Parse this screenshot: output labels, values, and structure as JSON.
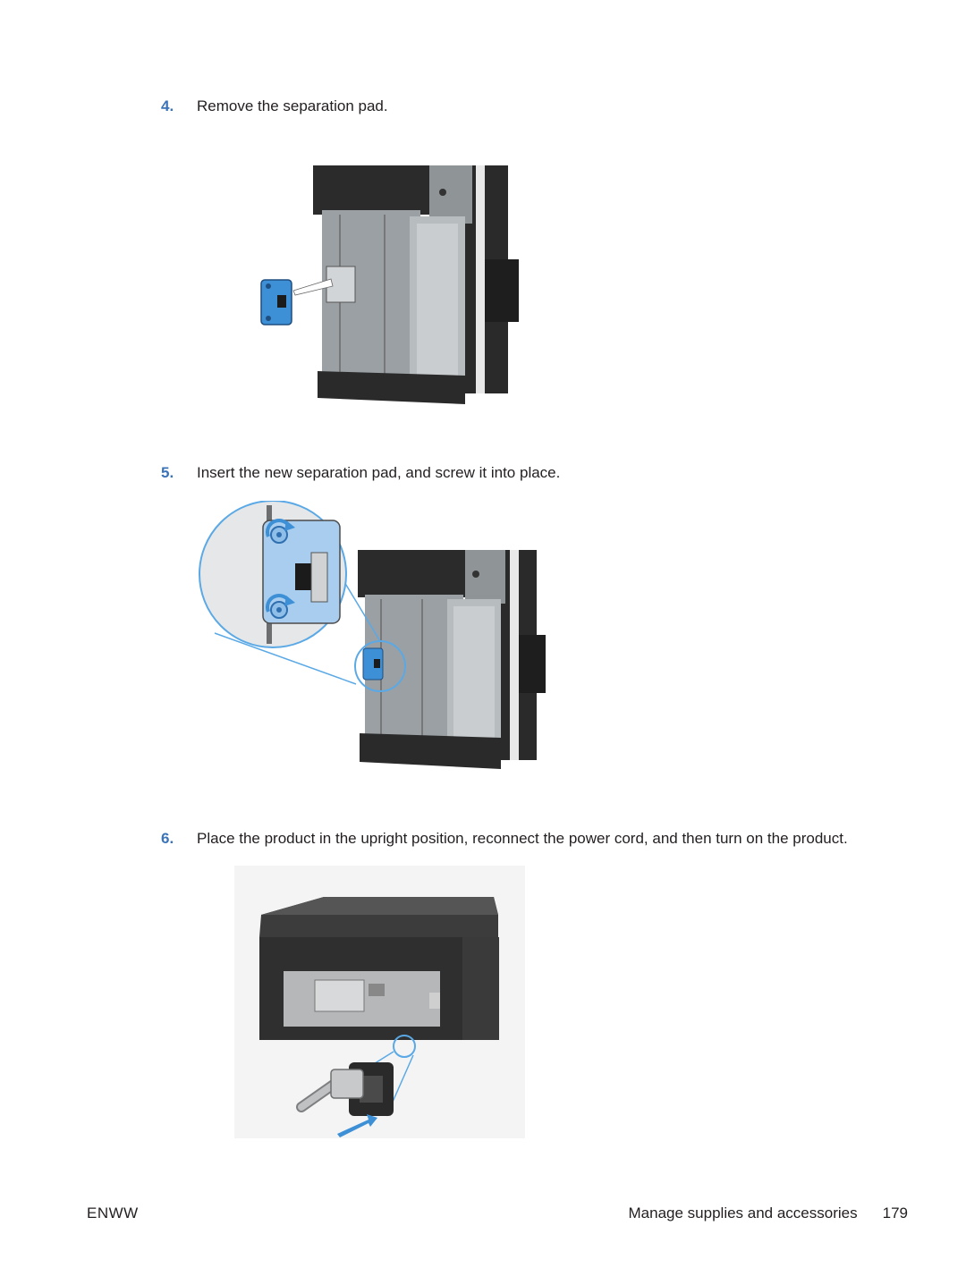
{
  "steps": [
    {
      "number": "4.",
      "text": "Remove the separation pad."
    },
    {
      "number": "5.",
      "text": "Insert the new separation pad, and screw it into place."
    },
    {
      "number": "6.",
      "text": "Place the product in the upright position, reconnect the power cord, and then turn on the product."
    }
  ],
  "footer": {
    "left": "ENWW",
    "section": "Manage supplies and accessories",
    "page": "179"
  },
  "colors": {
    "accent": "#3a73b8",
    "callout_blue": "#5aa9e6",
    "part_blue": "#3d8fd6"
  }
}
